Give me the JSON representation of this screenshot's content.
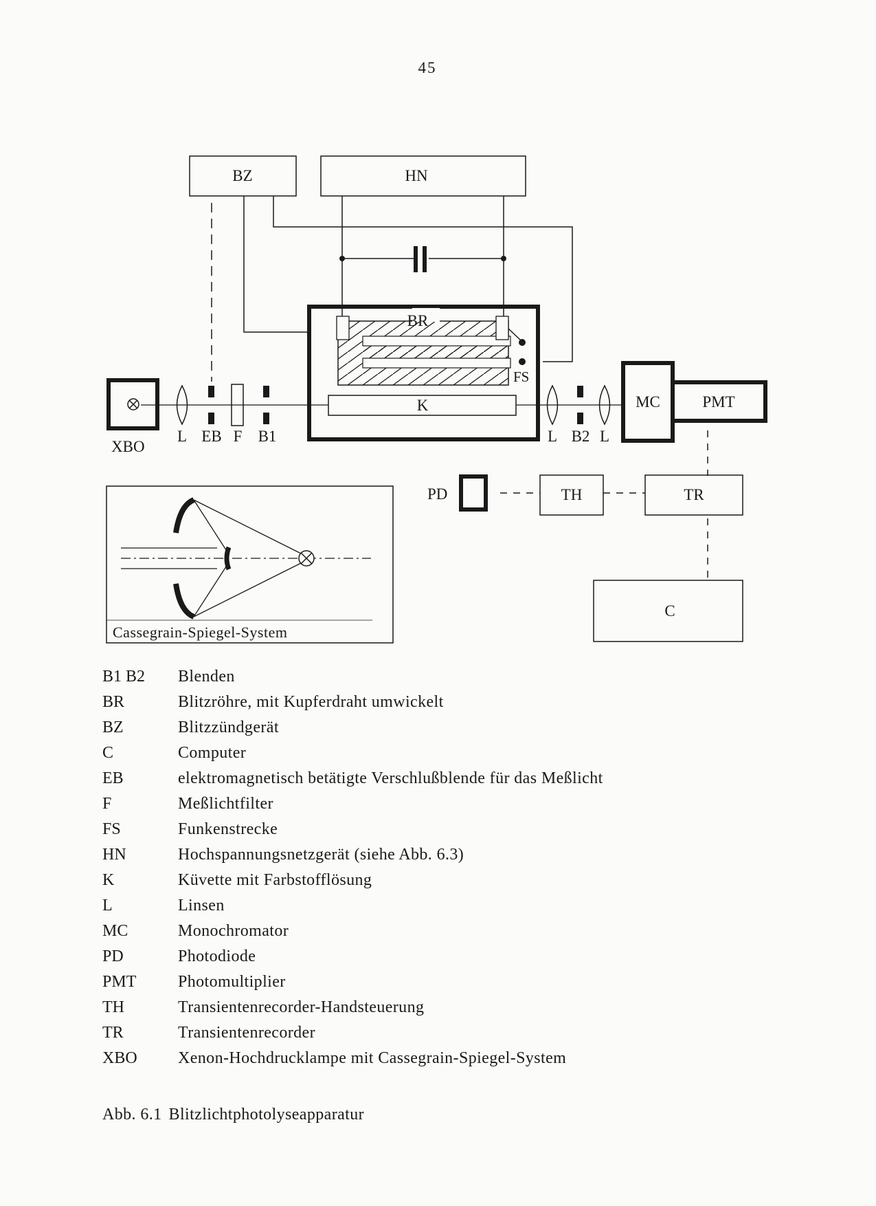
{
  "page_number": "45",
  "diagram": {
    "labels": {
      "bz": "BZ",
      "hn": "HN",
      "br": "BR",
      "fs": "FS",
      "k": "K",
      "xbo": "XBO",
      "l1": "L",
      "eb": "EB",
      "f": "F",
      "b1": "B1",
      "l2": "L",
      "b2": "B2",
      "l3": "L",
      "mc": "MC",
      "pmt": "PMT",
      "pd": "PD",
      "th": "TH",
      "tr": "TR",
      "c": "C",
      "cassegrain": "Cassegrain-Spiegel-System"
    }
  },
  "legend": [
    {
      "abbr": "B1  B2",
      "desc": "Blenden"
    },
    {
      "abbr": "BR",
      "desc": "Blitzröhre, mit Kupferdraht umwickelt"
    },
    {
      "abbr": "BZ",
      "desc": "Blitzzündgerät"
    },
    {
      "abbr": "C",
      "desc": "Computer"
    },
    {
      "abbr": "EB",
      "desc": "elektromagnetisch betätigte Verschlußblende für das Meßlicht"
    },
    {
      "abbr": "F",
      "desc": "Meßlichtfilter"
    },
    {
      "abbr": "FS",
      "desc": "Funkenstrecke"
    },
    {
      "abbr": "HN",
      "desc": "Hochspannungsnetzgerät (siehe Abb. 6.3)"
    },
    {
      "abbr": "K",
      "desc": "Küvette mit Farbstofflösung"
    },
    {
      "abbr": "L",
      "desc": "Linsen"
    },
    {
      "abbr": "MC",
      "desc": "Monochromator"
    },
    {
      "abbr": "PD",
      "desc": "Photodiode"
    },
    {
      "abbr": "PMT",
      "desc": "Photomultiplier"
    },
    {
      "abbr": "TH",
      "desc": "Transientenrecorder-Handsteuerung"
    },
    {
      "abbr": "TR",
      "desc": "Transientenrecorder"
    },
    {
      "abbr": "XBO",
      "desc": "Xenon-Hochdrucklampe mit Cassegrain-Spiegel-System"
    }
  ],
  "caption": {
    "label": "Abb. 6.1",
    "text": "Blitzlichtphotolyseapparatur"
  }
}
